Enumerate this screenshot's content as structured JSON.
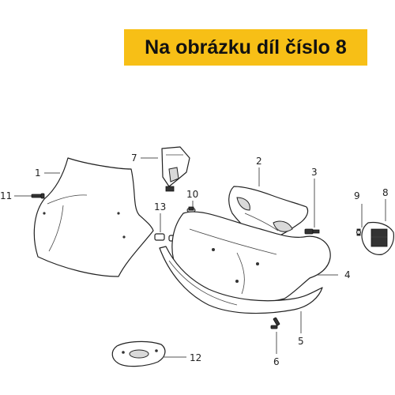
{
  "banner": {
    "text": "Na obrázku díl číslo 8",
    "bg_color": "#f7bf16",
    "text_color": "#111111"
  },
  "callouts": {
    "c1": "1",
    "c2": "2",
    "c3": "3",
    "c4": "4",
    "c5": "5",
    "c6": "6",
    "c7": "7",
    "c8": "8",
    "c9": "9",
    "c10": "10",
    "c11": "11",
    "c12": "12",
    "c13": "13"
  }
}
